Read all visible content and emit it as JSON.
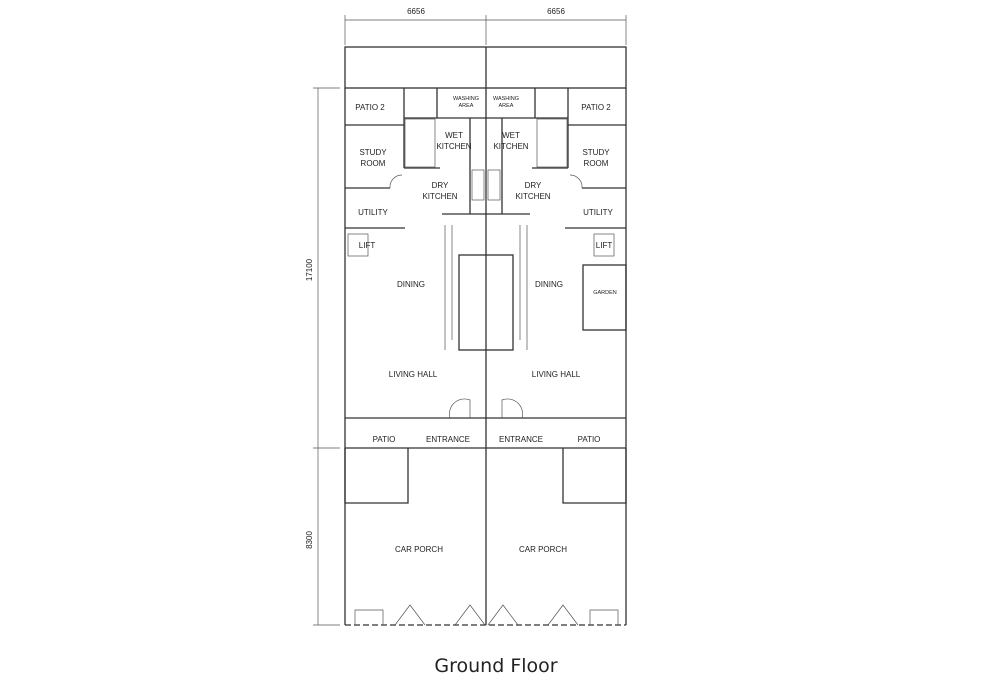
{
  "title": "Ground Floor",
  "dimensions": {
    "width_left": "6656",
    "width_right": "6656",
    "depth_main": "17100",
    "depth_porch": "8300"
  },
  "rooms": {
    "patio2": "PATIO 2",
    "washing": "WASHING",
    "area": "AREA",
    "wet": "WET",
    "kitchen": "KITCHEN",
    "study": "STUDY",
    "room": "ROOM",
    "dry": "DRY",
    "utility": "UTILITY",
    "lift": "LIFT",
    "dining": "DINING",
    "garden": "GARDEN",
    "living": "LIVING HALL",
    "patio": "PATIO",
    "entrance": "ENTRANCE",
    "car_porch": "CAR PORCH"
  }
}
